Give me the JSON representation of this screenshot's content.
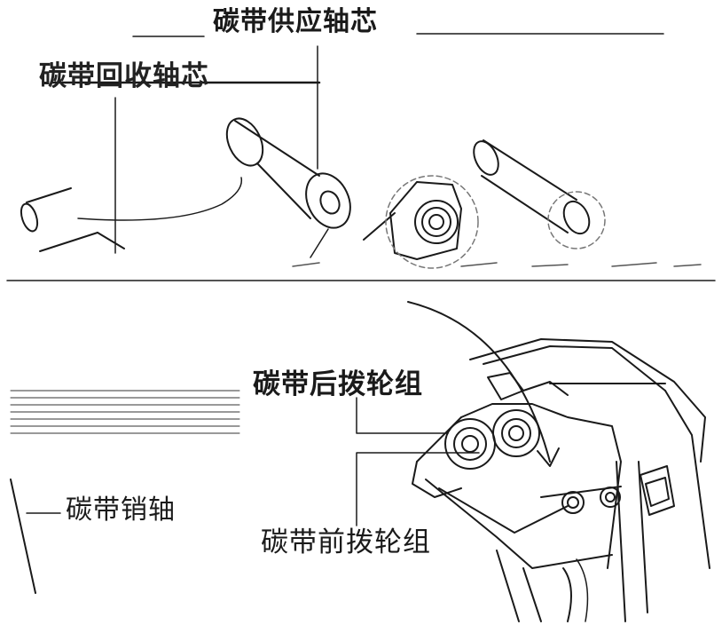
{
  "labels": {
    "supply_core": "碳带供应轴芯",
    "takeup_core": "碳带回收轴芯",
    "rear_roller_group": "碳带后拨轮组",
    "ribbon_pin_shaft": "碳带销轴",
    "front_roller_group": "碳带前拨轮组"
  },
  "colors": {
    "line": "#1a1a1a",
    "dashed_callout": "#777777",
    "background": "#ffffff"
  }
}
